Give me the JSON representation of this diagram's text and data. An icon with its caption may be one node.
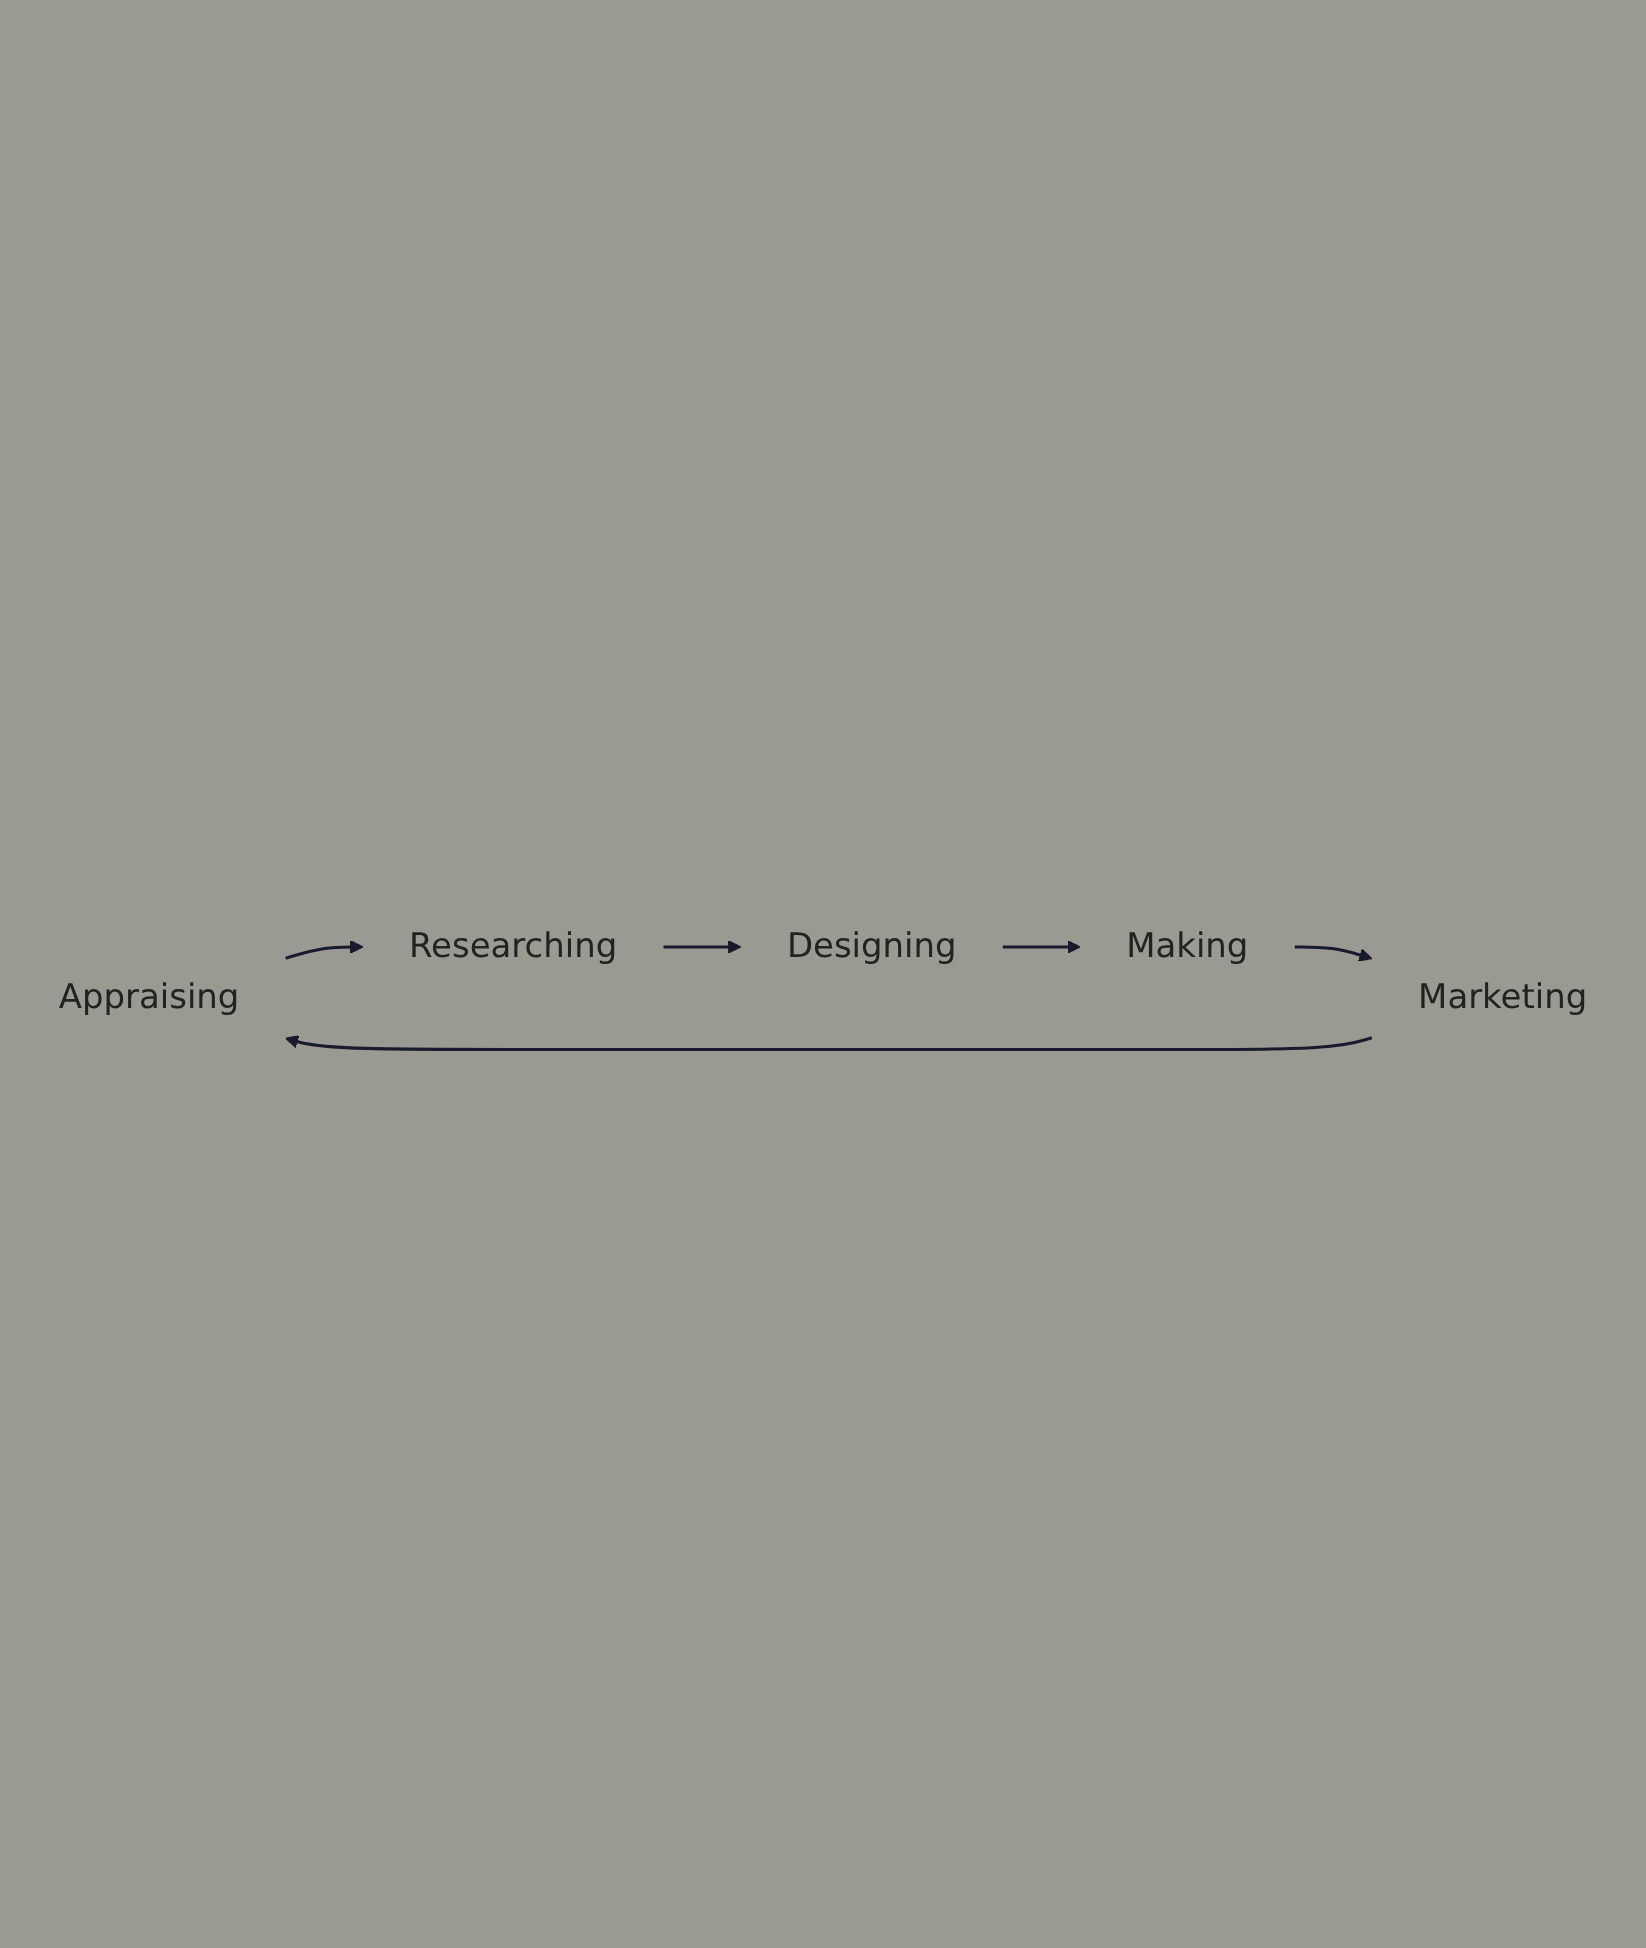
{
  "diagram": {
    "nodes": [
      {
        "text": [
          "Appraising"
        ]
      },
      {
        "text": [
          "Researching"
        ]
      },
      {
        "text": [
          "Designing"
        ]
      },
      {
        "text": [
          "Making"
        ]
      },
      {
        "text": [
          "Marketing"
        ]
      }
    ],
    "edges": [
      {
        "from": 0,
        "to": 1,
        "arrow": "to"
      },
      {
        "from": 1,
        "to": 2,
        "arrow": "to"
      },
      {
        "from": 2,
        "to": 3,
        "arrow": "to"
      },
      {
        "from": 3,
        "to": 4,
        "arrow": "to"
      },
      {
        "from": 4,
        "to": 0,
        "arrow": "to"
      }
    ]
  }
}
